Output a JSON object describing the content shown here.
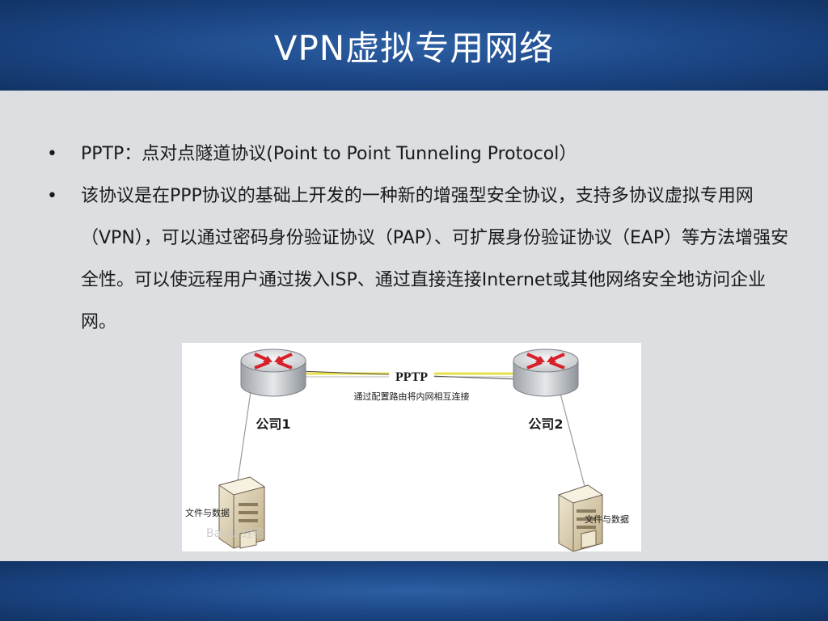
{
  "slide": {
    "title": "VPN虚拟专用网络"
  },
  "bullets": [
    {
      "symbol": "•",
      "text": "PPTP：点对点隧道协议(Point to Point Tunneling Protocol）"
    },
    {
      "symbol": "•",
      "text": "该协议是在PPP协议的基础上开发的一种新的增强型安全协议，支持多协议虚拟专用网（VPN），可以通过密码身份验证协议（PAP）、可扩展身份验证协议（EAP）等方法增强安全性。可以使远程用户通过拨入ISP、通过直接连接Internet或其他网络安全地访问企业网。"
    }
  ],
  "diagram": {
    "tunnel_label": "PPTP",
    "tunnel_caption": "通过配置路由将内网相互连接",
    "left_site_label": "公司1",
    "right_site_label": "公司2",
    "left_server_label": "文件与数据",
    "right_server_label": "文件与数据",
    "watermark": "Baidu 经验",
    "colors": {
      "router_arrow": "#d8202a",
      "tunnel_line": "#e8e04a",
      "router_body": "#c9ccd0"
    }
  }
}
